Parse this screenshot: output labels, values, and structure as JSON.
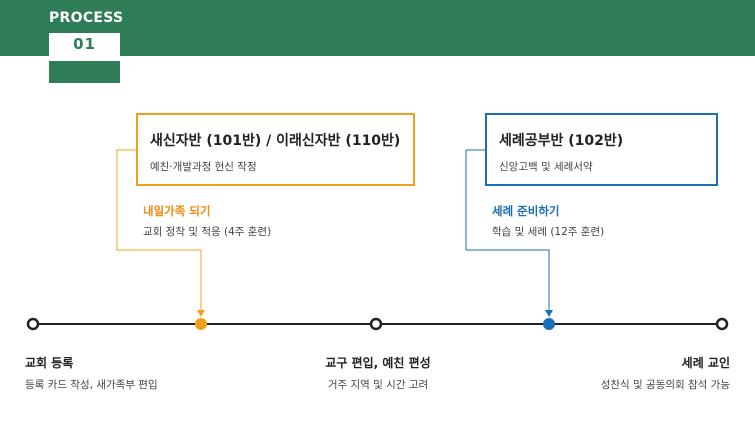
{
  "header": {
    "title": "PROCESS",
    "step": "01"
  },
  "colors": {
    "green": "#2e7d57",
    "orange": "#f0a020",
    "blue": "#1a6fb8",
    "line": "#222222"
  },
  "stages": [
    {
      "title": "새신자반 (101반) / 이래신자반 (110반)",
      "subtitle": "예친·개발과정 헌신 작정",
      "step_title": "내일가족 되기",
      "step_desc": "교회 정착 및 적응 (4주 훈련)"
    },
    {
      "title": "세례공부반 (102반)",
      "subtitle": "신앙고백 및 세례서약",
      "step_title": "세례 준비하기",
      "step_desc": "학습 및 세례 (12주 훈련)"
    }
  ],
  "timeline": [
    {
      "label": "교회 등록",
      "desc": "등록 카드 작성, 새가족부 편입"
    },
    {
      "label": "교구 편입, 예친 편성",
      "desc": "거주 지역 및 시간 고려"
    },
    {
      "label": "세례 교인",
      "desc": "성찬식 및 공동의회 참석 가능"
    }
  ]
}
